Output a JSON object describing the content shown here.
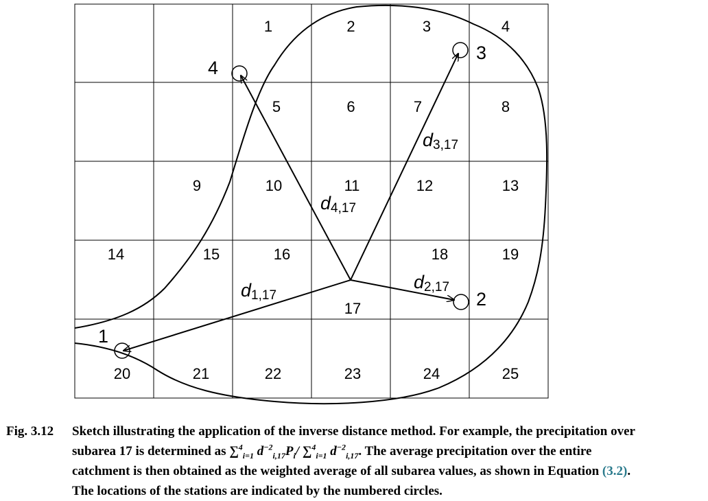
{
  "grid": {
    "cell_numbers": [
      {
        "col": 2,
        "row": 0,
        "label": "1"
      },
      {
        "col": 3,
        "row": 0,
        "label": "2"
      },
      {
        "col": 4,
        "row": 0,
        "label": "3"
      },
      {
        "col": 5,
        "row": 0,
        "label": "4"
      },
      {
        "col": 2,
        "row": 1,
        "label": "5"
      },
      {
        "col": 3,
        "row": 1,
        "label": "6"
      },
      {
        "col": 4,
        "row": 1,
        "label": "7"
      },
      {
        "col": 5,
        "row": 1,
        "label": "8"
      },
      {
        "col": 1,
        "row": 2,
        "label": "9"
      },
      {
        "col": 2,
        "row": 2,
        "label": "10"
      },
      {
        "col": 3,
        "row": 2,
        "label": "11"
      },
      {
        "col": 4,
        "row": 2,
        "label": "12"
      },
      {
        "col": 5,
        "row": 2,
        "label": "13"
      },
      {
        "col": 0,
        "row": 3,
        "label": "14"
      },
      {
        "col": 1,
        "row": 3,
        "label": "15"
      },
      {
        "col": 2,
        "row": 3,
        "label": "16"
      },
      {
        "col": 3,
        "row": 3,
        "label": "17"
      },
      {
        "col": 4,
        "row": 3,
        "label": "18"
      },
      {
        "col": 5,
        "row": 3,
        "label": "19"
      },
      {
        "col": 0,
        "row": 4,
        "label": "20"
      },
      {
        "col": 1,
        "row": 4,
        "label": "21"
      },
      {
        "col": 2,
        "row": 4,
        "label": "22"
      },
      {
        "col": 3,
        "row": 4,
        "label": "23"
      },
      {
        "col": 4,
        "row": 4,
        "label": "24"
      },
      {
        "col": 5,
        "row": 4,
        "label": "25"
      }
    ]
  },
  "stations": [
    {
      "id": "1",
      "label": "1"
    },
    {
      "id": "2",
      "label": "2"
    },
    {
      "id": "3",
      "label": "3"
    },
    {
      "id": "4",
      "label": "4"
    }
  ],
  "distances": [
    {
      "to_station": "1",
      "symbol": "d",
      "subscript": "1,17"
    },
    {
      "to_station": "2",
      "symbol": "d",
      "subscript": "2,17"
    },
    {
      "to_station": "3",
      "symbol": "d",
      "subscript": "3,17"
    },
    {
      "to_station": "4",
      "symbol": "d",
      "subscript": "4,17"
    }
  ],
  "caption": {
    "label": "Fig. 3.12",
    "line1": "Sketch illustrating the application of the inverse distance method. For example, the precipitation over",
    "line2_a": "subarea 17 is determined as ",
    "line2_b": ". The average precipitation over the entire",
    "line3_a": "catchment is then obtained as the weighted average of all subarea values, as shown in Equation ",
    "eq_ref": "(3.2)",
    "line3_b": ".",
    "line4": "The locations of the stations are indicated by the numbered circles."
  }
}
